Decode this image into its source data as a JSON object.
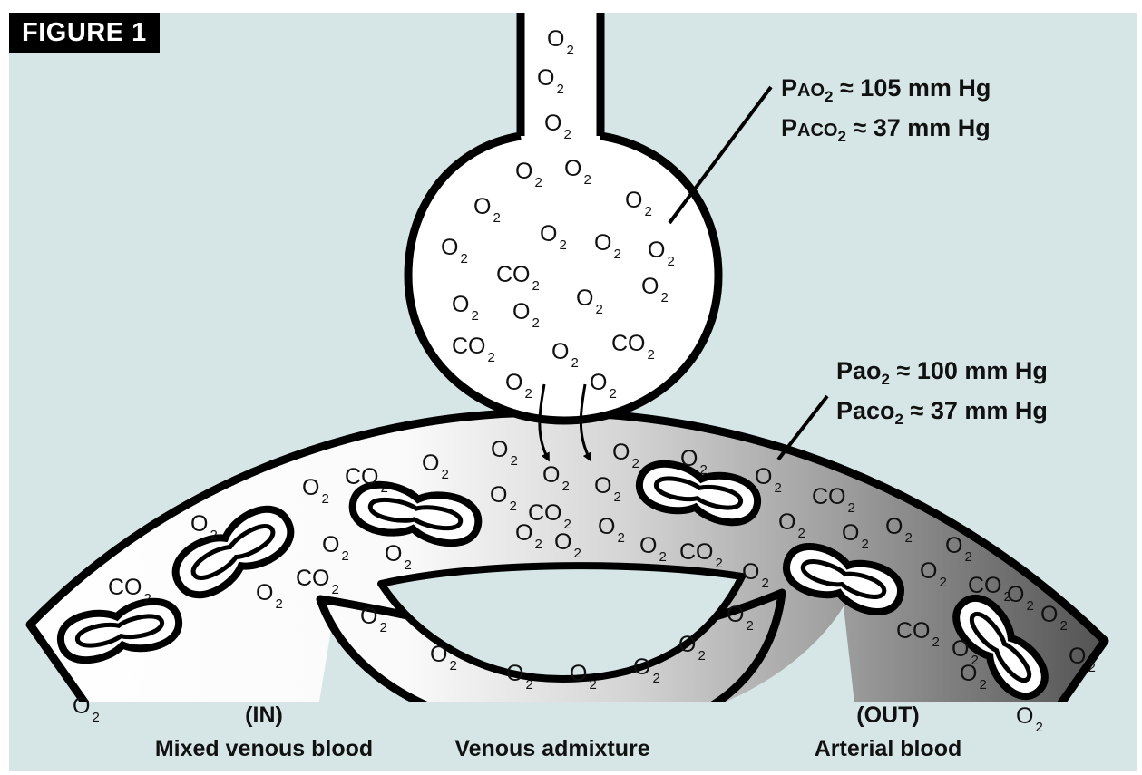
{
  "figure_label": "FIGURE 1",
  "alveolus_values": {
    "line1": {
      "p": "P",
      "sc": "AO",
      "sub": "2",
      "rest": " ≈ 105 mm Hg"
    },
    "line2": {
      "p": "P",
      "sc": "ACO",
      "sub": "2",
      "rest": " ≈ 37 mm Hg"
    }
  },
  "arterial_values": {
    "line1": {
      "p": "Pao",
      "sub": "2",
      "rest": " ≈ 100 mm Hg"
    },
    "line2": {
      "p": "Paco",
      "sub": "2",
      "rest": " ≈ 37 mm Hg"
    }
  },
  "labels": {
    "in_tag": "(IN)",
    "in_name": "Mixed venous blood",
    "admixture_name": "Venous admixture",
    "out_tag": "(OUT)",
    "out_name": "Arterial blood"
  },
  "molecule_text": {
    "oxygen_base": "O",
    "carbon_dioxide_base": "CO",
    "subscript": "2"
  },
  "colors": {
    "background": "#d6e6e6",
    "outline": "#000000",
    "vessel_start": "#ffffff",
    "vessel_end": "#4a4a4a"
  }
}
